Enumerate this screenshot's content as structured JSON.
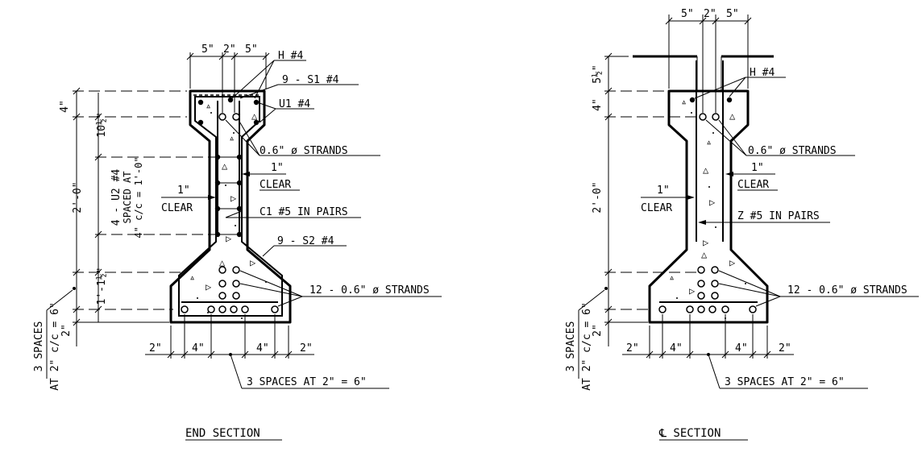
{
  "end_section": {
    "title": "END SECTION",
    "dim_top": [
      "5\"",
      "2\"",
      "5\""
    ],
    "callouts": {
      "h_bar": "H #4",
      "s1_bars": "9 - S1 #4",
      "u1_bars": "U1 #4",
      "strands_top": "0.6\" ø STRANDS",
      "clear_right_1": "1\"",
      "clear_right_2": "CLEAR",
      "clear_left_1": "1\"",
      "clear_left_2": "CLEAR",
      "c1_bars": "C1 #5 IN PAIRS",
      "s2_bars": "9 - S2 #4",
      "strands_bottom": "12 - 0.6\" ø STRANDS",
      "spacing_bottom": "3 SPACES AT 2\" = 6\""
    },
    "dims_left": [
      "4\"",
      "10½\"",
      "2'-0\"",
      "1'-1½\"",
      "2\""
    ],
    "u2_label_1": "4 - U2 #4",
    "u2_label_2": "SPACED AT",
    "u2_label_3": "4\" c/c = 1'-0\"",
    "side_label_1": "3 SPACES",
    "side_label_2": "AT 2\" c/c = 6\"",
    "dims_bottom": [
      "2\"",
      "4\"",
      "4\"",
      "2\""
    ]
  },
  "cl_section": {
    "title": "℄ SECTION",
    "dim_top": [
      "5\"",
      "2\"",
      "5\""
    ],
    "callouts": {
      "h_bar": "H #4",
      "strands_top": "0.6\" ø STRANDS",
      "clear_right_1": "1\"",
      "clear_right_2": "CLEAR",
      "clear_left_1": "1\"",
      "clear_left_2": "CLEAR",
      "z_bars": "Z #5 IN PAIRS",
      "strands_bottom": "12 - 0.6\" ø STRANDS",
      "spacing_bottom": "3 SPACES AT 2\" = 6\""
    },
    "dims_left": [
      "5½\"",
      "4\"",
      "2'-0\"",
      "2\""
    ],
    "side_label_1": "3 SPACES",
    "side_label_2": "AT 2\" c/c = 6\"",
    "dims_bottom": [
      "2\"",
      "4\"",
      "4\"",
      "2\""
    ]
  }
}
